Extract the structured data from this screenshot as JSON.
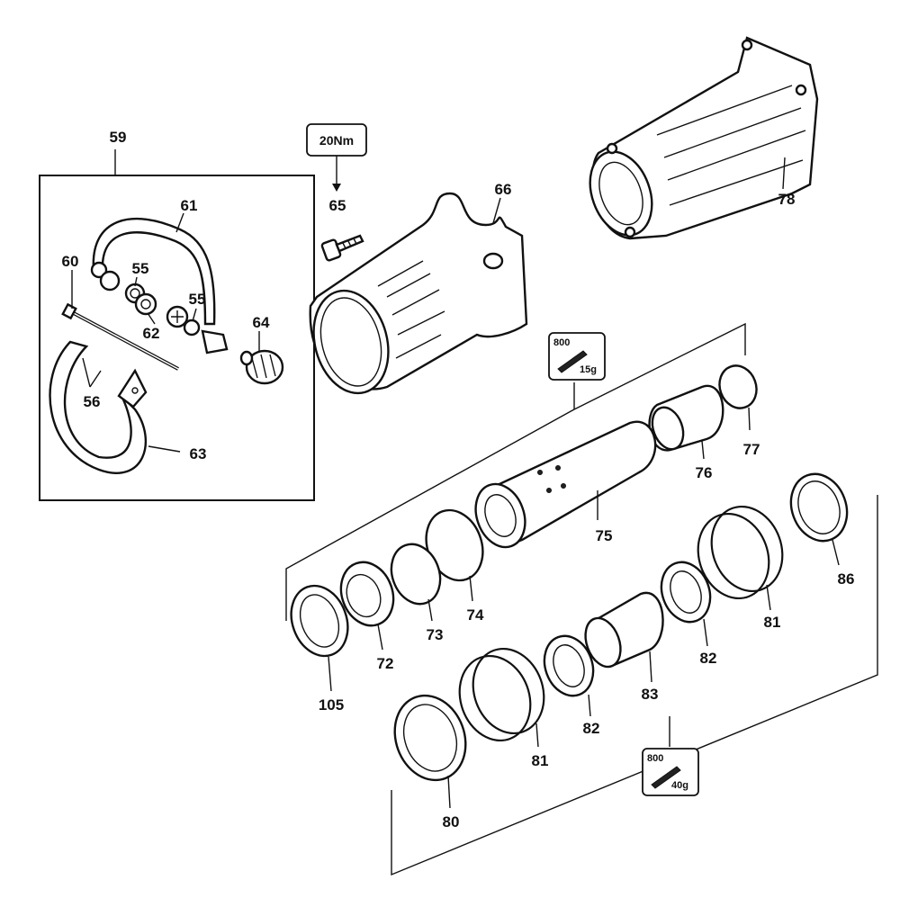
{
  "torque_badge": {
    "text": "20Nm"
  },
  "grease_badges": [
    {
      "qty": "800",
      "grams": "15g"
    },
    {
      "qty": "800",
      "grams": "40g"
    }
  ],
  "parts": {
    "p59": "59",
    "p61": "61",
    "p60": "60",
    "p55a": "55",
    "p55b": "55",
    "p62": "62",
    "p64": "64",
    "p56": "56",
    "p63": "63",
    "p65": "65",
    "p66": "66",
    "p78": "78",
    "p77": "77",
    "p76": "76",
    "p75": "75",
    "p74": "74",
    "p73": "73",
    "p72": "72",
    "p105": "105",
    "p86": "86",
    "p81a": "81",
    "p82a": "82",
    "p83": "83",
    "p82b": "82",
    "p81b": "81",
    "p80": "80"
  }
}
